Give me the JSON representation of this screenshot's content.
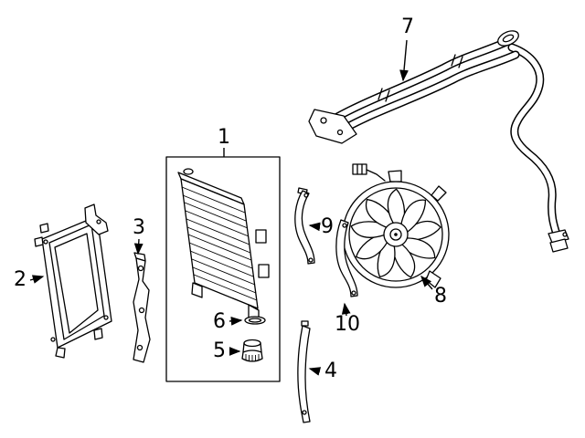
{
  "diagram": {
    "type": "exploded-parts-diagram",
    "subject": "radiator-and-cooling-components",
    "colors": {
      "background": "#ffffff",
      "line": "#000000"
    },
    "callouts": [
      {
        "label": "1",
        "part": "radiator"
      },
      {
        "label": "2",
        "part": "auxiliary-radiator"
      },
      {
        "label": "3",
        "part": "mounting-bracket-left"
      },
      {
        "label": "4",
        "part": "side-seal-strip"
      },
      {
        "label": "5",
        "part": "radiator-cap"
      },
      {
        "label": "6",
        "part": "seal-ring"
      },
      {
        "label": "7",
        "part": "coolant-hose-assembly"
      },
      {
        "label": "8",
        "part": "cooling-fan"
      },
      {
        "label": "9",
        "part": "upper-bracket"
      },
      {
        "label": "10",
        "part": "lower-bracket"
      }
    ]
  }
}
